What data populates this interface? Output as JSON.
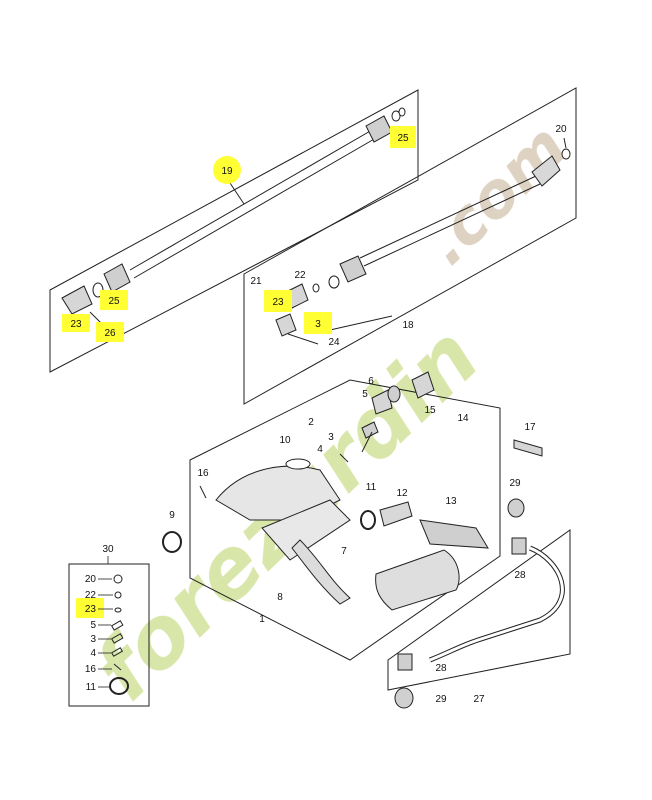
{
  "watermark": {
    "text_main": "forezurdin",
    "text_domain": ".com",
    "colors": {
      "green": "#d3e29a",
      "orange": "#f5c27a",
      "tan": "#d9cbb8"
    }
  },
  "colors": {
    "highlight": "#ffff33",
    "line": "#222222",
    "part_fill": "#d0d0d0"
  },
  "callouts": {
    "c19": "19",
    "c25a": "25",
    "c25b": "25",
    "c23a": "23",
    "c26": "26",
    "c20": "20",
    "c21": "21",
    "c22": "22",
    "c23b": "23",
    "c3a": "3",
    "c24": "24",
    "c18": "18",
    "c6": "6",
    "c5": "5",
    "c15": "15",
    "c14": "14",
    "c2": "2",
    "c3b": "3",
    "c4": "4",
    "c10": "10",
    "c17": "17",
    "c16": "16",
    "c11": "11",
    "c12": "12",
    "c13": "13",
    "c29a": "29",
    "c9": "9",
    "c7": "7",
    "c8": "8",
    "c1": "1",
    "c28a": "28",
    "c28b": "28",
    "c29b": "29",
    "c27": "27"
  },
  "kit": {
    "title": "30",
    "items": [
      "20",
      "22",
      "23",
      "5",
      "3",
      "4",
      "16",
      "11"
    ]
  },
  "highlighted": [
    "19",
    "25",
    "25",
    "23",
    "26",
    "23",
    "3",
    "23"
  ]
}
